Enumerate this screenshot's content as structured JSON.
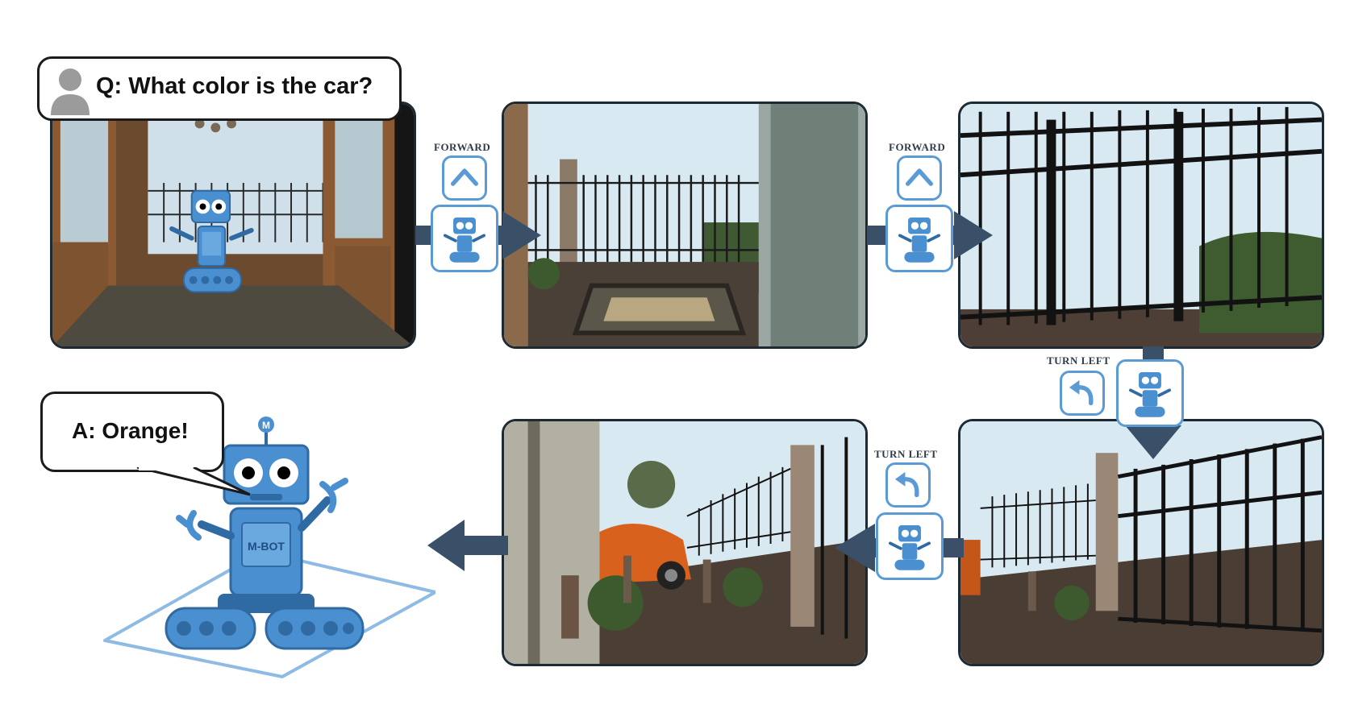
{
  "question": {
    "text": "Q: What color is the car?",
    "icon": "user-silhouette-icon"
  },
  "answer": {
    "text": "A: Orange!"
  },
  "actions": [
    {
      "id": "step1",
      "label": "FORWARD",
      "icon": "chevron-up-icon"
    },
    {
      "id": "step2",
      "label": "FORWARD",
      "icon": "chevron-up-icon"
    },
    {
      "id": "step3",
      "label": "TURN LEFT",
      "icon": "turn-left-icon"
    },
    {
      "id": "step4",
      "label": "TURN LEFT",
      "icon": "turn-left-icon"
    }
  ],
  "robot": {
    "badge": "M",
    "body_label": "M-BOT"
  },
  "colors": {
    "robot_blue": "#4a8fd0",
    "robot_dark": "#2f6aa3",
    "arrow_navy": "#3a4f68",
    "icon_border": "#5b9bd5",
    "car_orange": "#d8621d",
    "sky": "#d9e9f2"
  }
}
